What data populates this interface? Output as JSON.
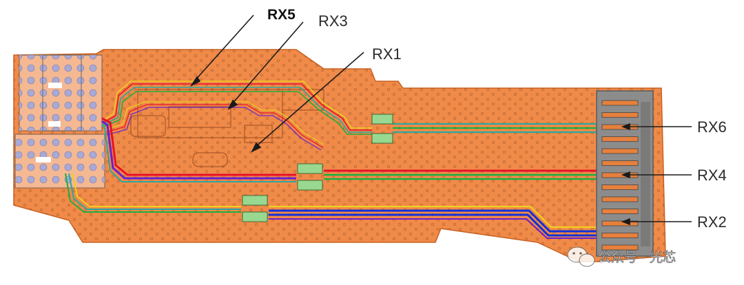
{
  "labels": {
    "rx5": "RX5",
    "rx3": "RX3",
    "rx1": "RX1",
    "rx6": "RX6",
    "rx4": "RX4",
    "rx2": "RX2"
  },
  "watermark": {
    "text": "公众号 · 光芯"
  },
  "colors": {
    "board": "#f08a48",
    "board_edge": "#c86020",
    "connector": "#8c8c8c",
    "bga_region": "#f4b893",
    "trace_red": "#e8102a",
    "trace_purple": "#6a1fd0",
    "trace_green": "#18b040",
    "trace_teal": "#2aa7a0",
    "trace_blue": "#1030d8",
    "trace_yellow": "#f0d020",
    "component": "#98d890"
  }
}
